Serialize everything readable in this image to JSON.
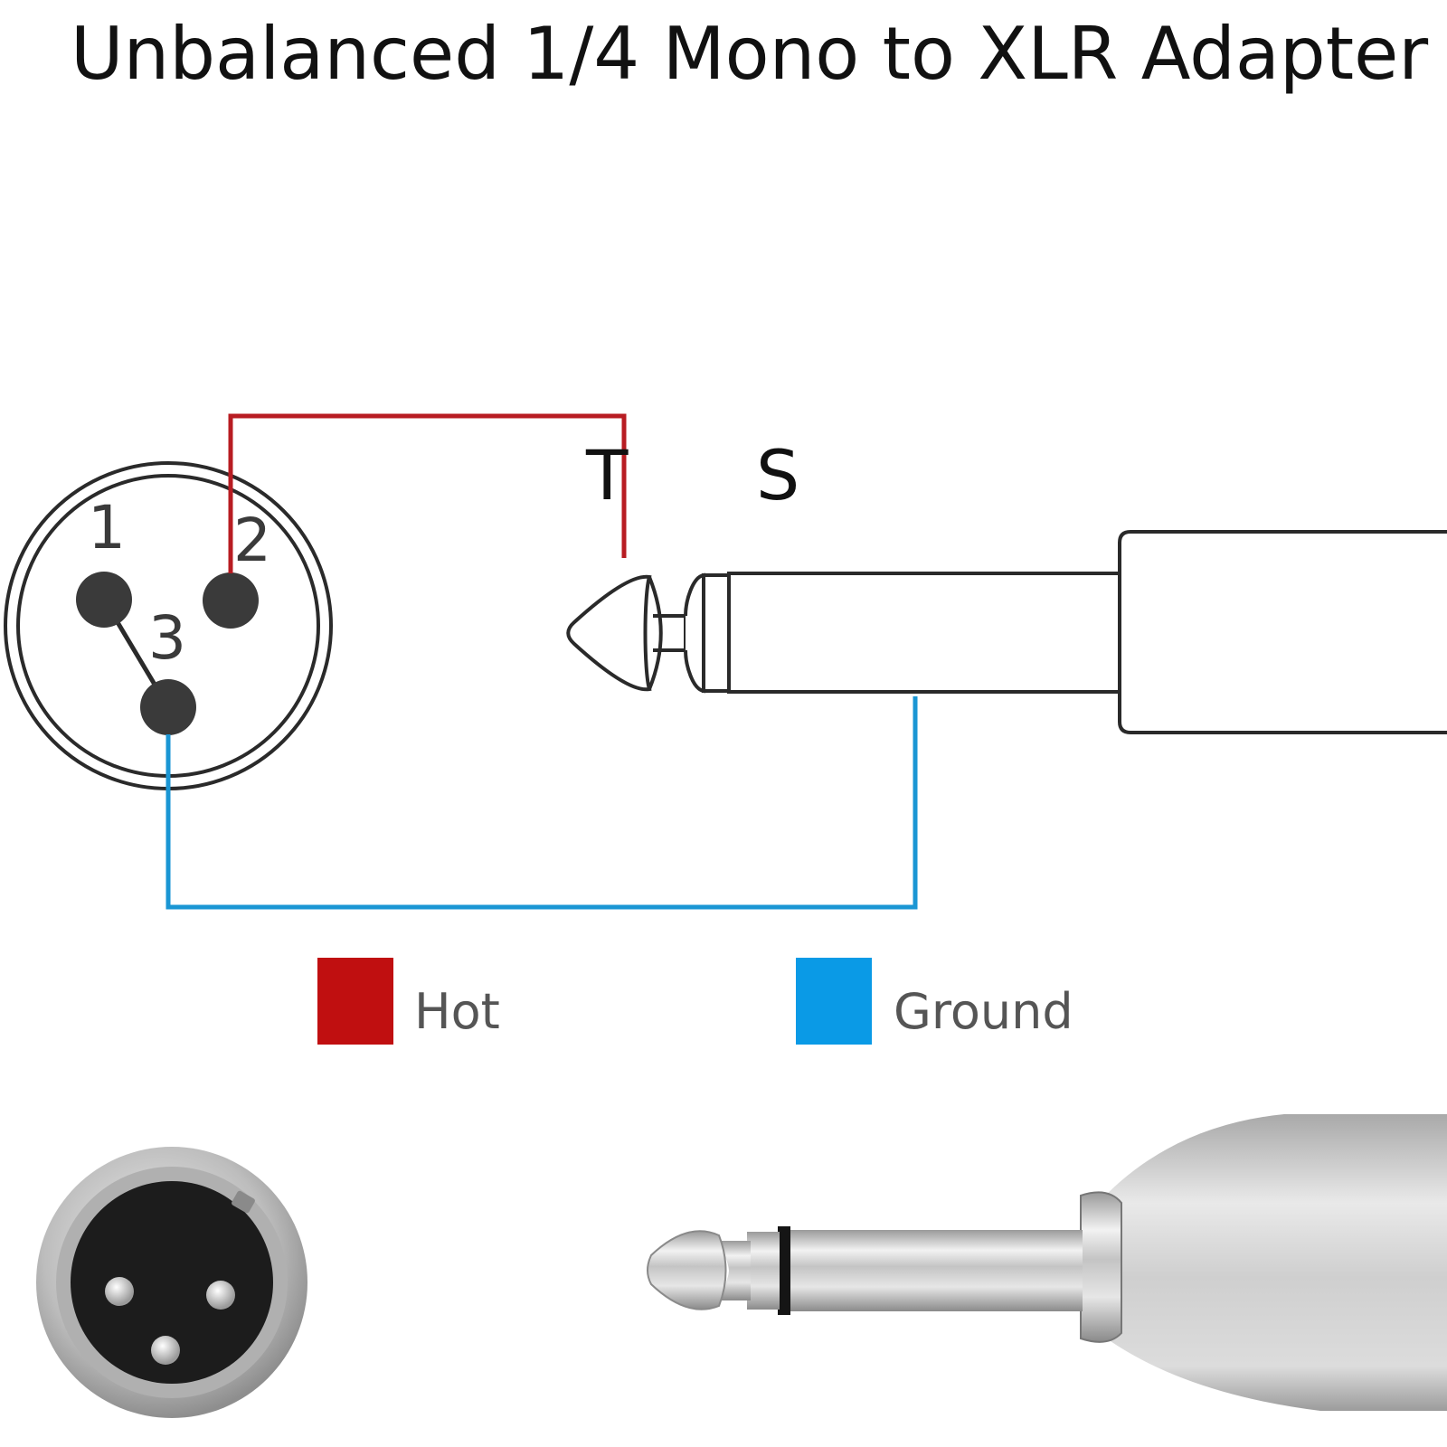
{
  "title": "Unbalanced 1/4 Mono to XLR Adapter",
  "xlr": {
    "pins": [
      "1",
      "2",
      "3"
    ]
  },
  "plug": {
    "tip_label": "T",
    "sleeve_label": "S"
  },
  "legend": [
    {
      "label": "Hot",
      "color": "#c00f10"
    },
    {
      "label": "Ground",
      "color": "#0a9ae6"
    }
  ],
  "colors": {
    "hot_wire": "#b81c22",
    "ground_wire": "#1a96d4",
    "outline": "#2a2a2a",
    "pin_fill": "#3a3a3a"
  }
}
